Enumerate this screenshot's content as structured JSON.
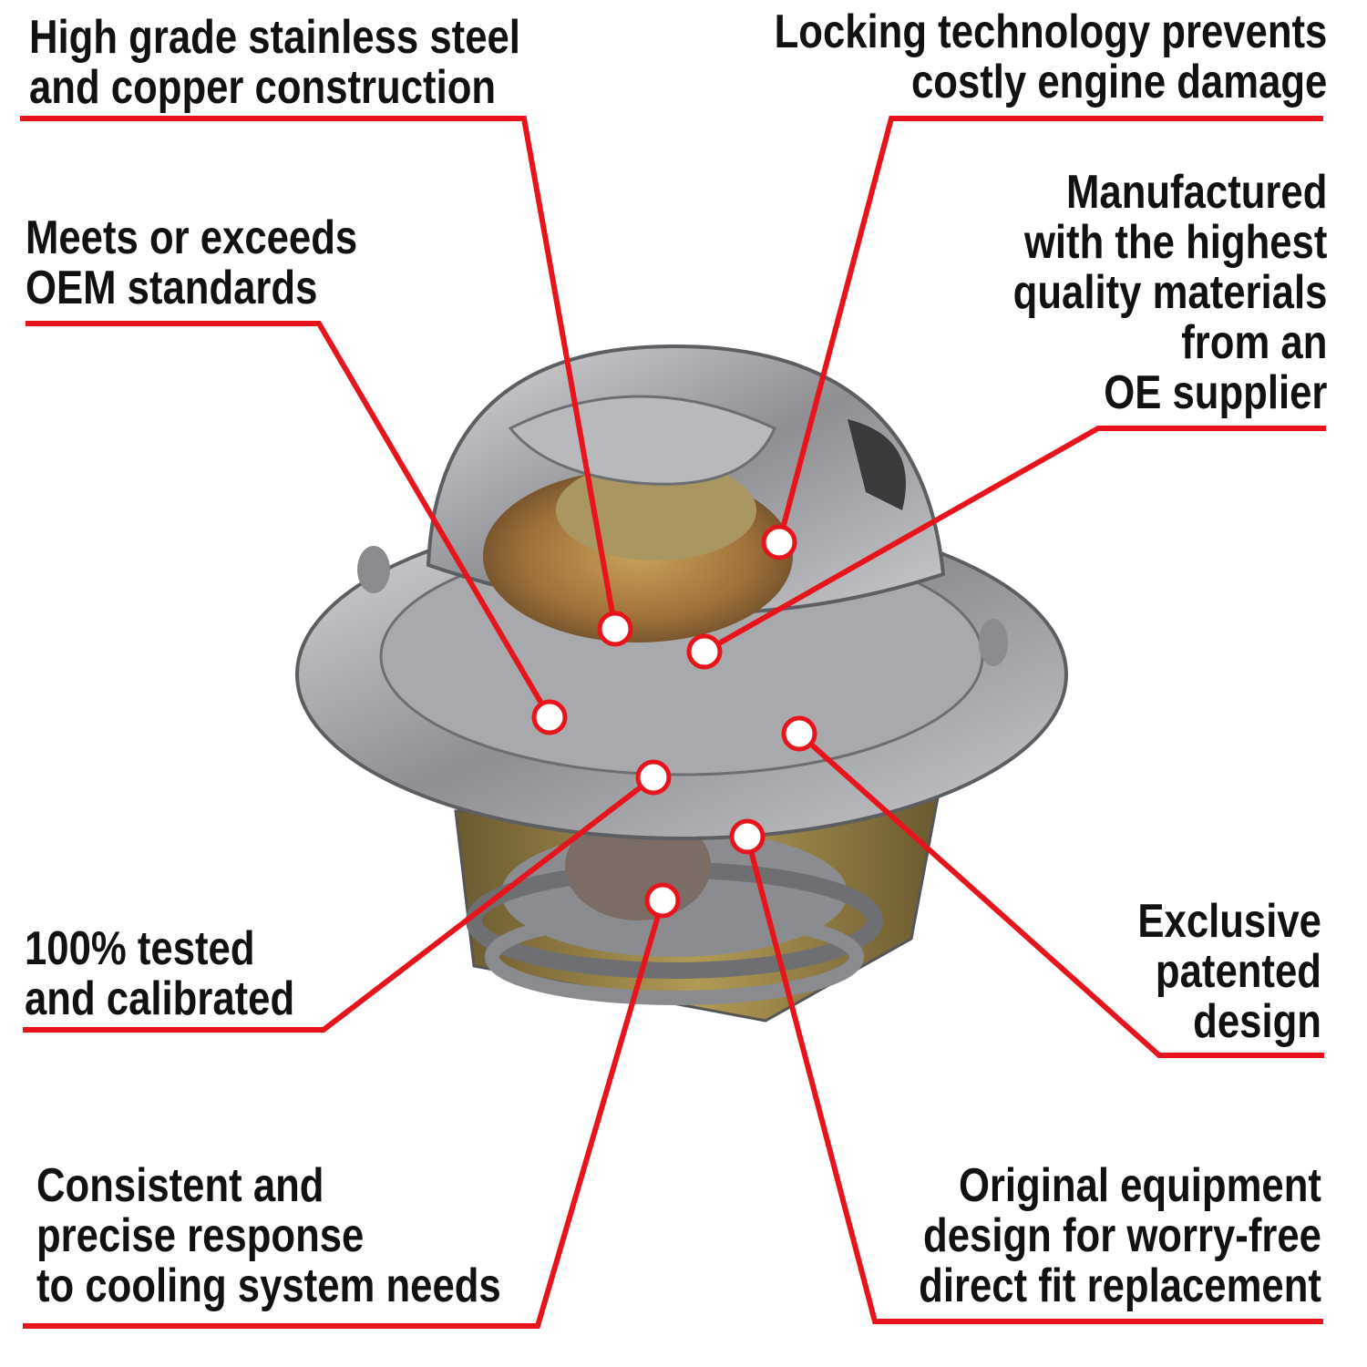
{
  "accent_color": "#e8141b",
  "callouts": {
    "steel": {
      "lines": [
        "High grade stainless steel",
        "and copper construction"
      ]
    },
    "locking": {
      "lines": [
        "Locking technology prevents",
        "costly engine damage"
      ]
    },
    "materials": {
      "lines": [
        "Manufactured",
        "with the highest",
        "quality materials",
        "from an",
        "OE supplier"
      ]
    },
    "oem": {
      "lines": [
        "Meets or exceeds",
        "OEM standards"
      ]
    },
    "tested": {
      "lines": [
        "100% tested",
        "and calibrated"
      ]
    },
    "patented": {
      "lines": [
        "Exclusive",
        "patented",
        "design"
      ]
    },
    "response": {
      "lines": [
        "Consistent and",
        "precise response",
        "to cooling system needs"
      ]
    },
    "direct_fit": {
      "lines": [
        "Original equipment",
        "design for worry-free",
        "direct fit replacement"
      ]
    }
  }
}
